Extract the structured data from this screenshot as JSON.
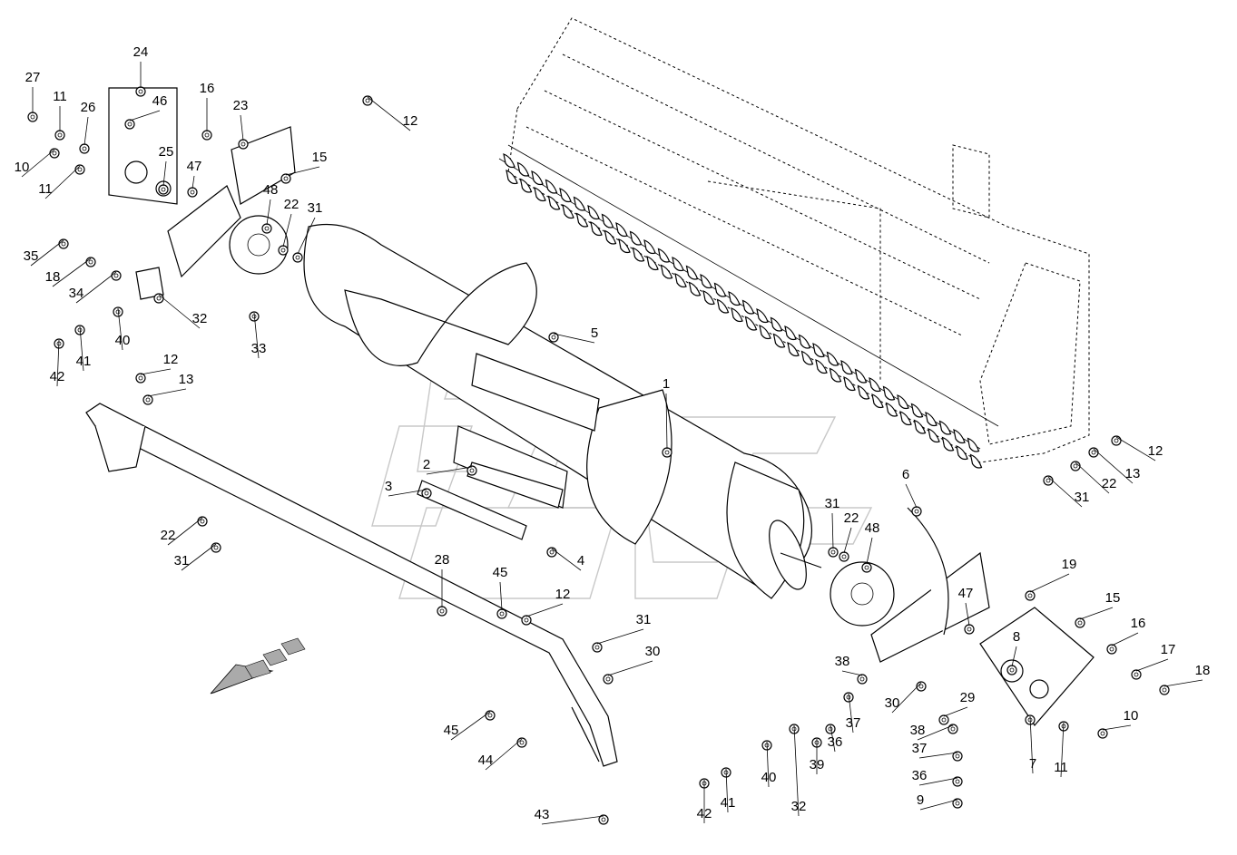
{
  "callouts": [
    {
      "id": "c1",
      "text": "1"
    },
    {
      "id": "c2",
      "text": "2"
    },
    {
      "id": "c3",
      "text": "3"
    },
    {
      "id": "c4",
      "text": "4"
    },
    {
      "id": "c5",
      "text": "5"
    },
    {
      "id": "c6",
      "text": "6"
    },
    {
      "id": "c7",
      "text": "7"
    },
    {
      "id": "c8",
      "text": "8"
    },
    {
      "id": "c9",
      "text": "9"
    },
    {
      "id": "c10a",
      "text": "10"
    },
    {
      "id": "c10b",
      "text": "10"
    },
    {
      "id": "c11a",
      "text": "11"
    },
    {
      "id": "c11b",
      "text": "11"
    },
    {
      "id": "c11c",
      "text": "11"
    },
    {
      "id": "c12a",
      "text": "12"
    },
    {
      "id": "c12b",
      "text": "12"
    },
    {
      "id": "c12c",
      "text": "12"
    },
    {
      "id": "c12d",
      "text": "12"
    },
    {
      "id": "c13a",
      "text": "13"
    },
    {
      "id": "c13b",
      "text": "13"
    },
    {
      "id": "c15a",
      "text": "15"
    },
    {
      "id": "c15b",
      "text": "15"
    },
    {
      "id": "c16a",
      "text": "16"
    },
    {
      "id": "c16b",
      "text": "16"
    },
    {
      "id": "c17",
      "text": "17"
    },
    {
      "id": "c18a",
      "text": "18"
    },
    {
      "id": "c18b",
      "text": "18"
    },
    {
      "id": "c19",
      "text": "19"
    },
    {
      "id": "c22a",
      "text": "22"
    },
    {
      "id": "c22b",
      "text": "22"
    },
    {
      "id": "c22c",
      "text": "22"
    },
    {
      "id": "c22d",
      "text": "22"
    },
    {
      "id": "c23",
      "text": "23"
    },
    {
      "id": "c24",
      "text": "24"
    },
    {
      "id": "c25",
      "text": "25"
    },
    {
      "id": "c26",
      "text": "26"
    },
    {
      "id": "c27",
      "text": "27"
    },
    {
      "id": "c28",
      "text": "28"
    },
    {
      "id": "c29",
      "text": "29"
    },
    {
      "id": "c30a",
      "text": "30"
    },
    {
      "id": "c30b",
      "text": "30"
    },
    {
      "id": "c31a",
      "text": "31"
    },
    {
      "id": "c31b",
      "text": "31"
    },
    {
      "id": "c31c",
      "text": "31"
    },
    {
      "id": "c31d",
      "text": "31"
    },
    {
      "id": "c31e",
      "text": "31"
    },
    {
      "id": "c32a",
      "text": "32"
    },
    {
      "id": "c32b",
      "text": "32"
    },
    {
      "id": "c33",
      "text": "33"
    },
    {
      "id": "c34",
      "text": "34"
    },
    {
      "id": "c35",
      "text": "35"
    },
    {
      "id": "c36a",
      "text": "36"
    },
    {
      "id": "c36b",
      "text": "36"
    },
    {
      "id": "c37a",
      "text": "37"
    },
    {
      "id": "c37b",
      "text": "37"
    },
    {
      "id": "c38a",
      "text": "38"
    },
    {
      "id": "c38b",
      "text": "38"
    },
    {
      "id": "c39",
      "text": "39"
    },
    {
      "id": "c40a",
      "text": "40"
    },
    {
      "id": "c40b",
      "text": "40"
    },
    {
      "id": "c41a",
      "text": "41"
    },
    {
      "id": "c41b",
      "text": "41"
    },
    {
      "id": "c42a",
      "text": "42"
    },
    {
      "id": "c42b",
      "text": "42"
    },
    {
      "id": "c43",
      "text": "43"
    },
    {
      "id": "c44",
      "text": "44"
    },
    {
      "id": "c45a",
      "text": "45"
    },
    {
      "id": "c45b",
      "text": "45"
    },
    {
      "id": "c46",
      "text": "46"
    },
    {
      "id": "c47a",
      "text": "47"
    },
    {
      "id": "c47b",
      "text": "47"
    },
    {
      "id": "c48a",
      "text": "48"
    },
    {
      "id": "c48b",
      "text": "48"
    }
  ],
  "icons": {
    "direction_arrow": "travel-direction-arrow-icon",
    "watermark": "brand-watermark-icon"
  }
}
